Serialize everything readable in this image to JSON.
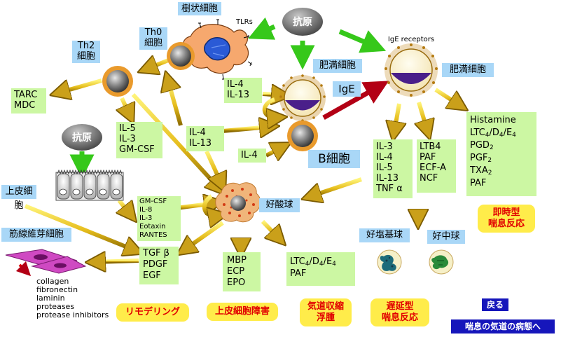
{
  "antigen_top": "抗原",
  "antigen_left": "抗原",
  "dendritic_cell": "樹状細胞",
  "tlrs": "TLRs",
  "th0_lines": [
    "Th0",
    "細胞"
  ],
  "th2_lines": [
    "Th2",
    "細胞"
  ],
  "ige_receptors": "IgE receptors",
  "mast_cell_b": "肥満細胞",
  "mast_cell_right": "肥満細胞",
  "il4_il13_top": [
    "IL-4",
    "IL-13"
  ],
  "ige": "IgE",
  "tarc_mdc": [
    "TARC",
    "MDC"
  ],
  "il5_group": [
    "IL-5",
    "IL-3",
    "GM-CSF"
  ],
  "il4_il13_mid": [
    "IL-4",
    "IL-13"
  ],
  "il4_single": "IL-4",
  "b_cell": "B細胞",
  "mast_mediators_il": [
    "IL-3",
    "IL-4",
    "IL-5",
    "IL-13",
    "TNF α"
  ],
  "mast_mediators_ltb4": [
    "LTB4",
    "PAF",
    "ECF-A",
    "NCF"
  ],
  "histamine_group": {
    "histamine": "Histamine",
    "ltc": "LTC",
    "ltc_sub": "4",
    "ltc_d": "/D",
    "ltc_d_sub": "4",
    "ltc_e": "/E",
    "ltc_e_sub": "4",
    "pgd": "PGD",
    "pgd_sub": "2",
    "pgf": "PGF",
    "pgf_sub": "2",
    "txa": "TXA",
    "txa_sub": "2",
    "paf": "PAF"
  },
  "epithelial_cell": "上皮細胞",
  "epithelial_cytokines": [
    "GM-CSF",
    "IL-8",
    "IL-3",
    "Eotaxin",
    "RANTES"
  ],
  "eosinophil": "好酸球",
  "immediate_reaction": [
    "即時型",
    "喘息反応"
  ],
  "fibroblast": "筋線維芽細胞",
  "growth_factors": [
    "TGF β",
    "PDGF",
    "EGF"
  ],
  "eos_proteins": [
    "MBP",
    "ECP",
    "EPO"
  ],
  "eos_lipids": {
    "ltc": "LTC",
    "ltc_sub": "4",
    "ltc_d": "/D",
    "ltc_d_sub": "4",
    "ltc_e": "/E",
    "ltc_e_sub": "4",
    "paf": "PAF"
  },
  "basophil": "好塩基球",
  "neutrophil": "好中球",
  "matrix_list": [
    "collagen",
    "fibronectin",
    "laminin",
    "proteases",
    "protease inhibitors"
  ],
  "remodeling": "リモデリング",
  "epithelial_damage": "上皮細胞障害",
  "airway_lines": [
    "気道収縮",
    "浮腫"
  ],
  "late_lines": [
    "遅延型",
    "喘息反応"
  ],
  "back_button": "戻る",
  "next_button": "喘息の気道の病態へ",
  "colors": {
    "label_blue": "#a9d7f7",
    "label_green": "#ccf7a3",
    "reaction_yellow": "#ffec4a",
    "reaction_red": "#e10000",
    "arrow_green": "#36c81a",
    "arrow_red": "#b30015",
    "button_blue": "#1616bb"
  }
}
